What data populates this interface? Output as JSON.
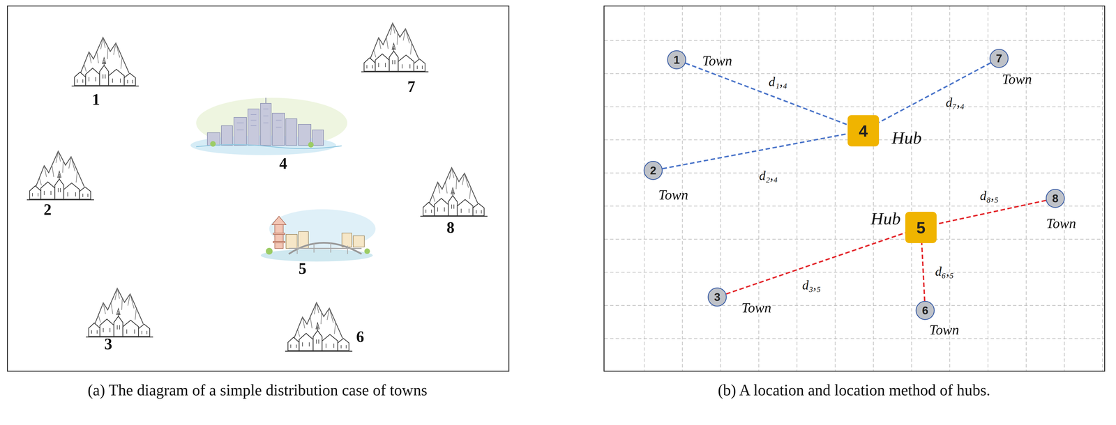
{
  "diagram": {
    "nodes": [
      {
        "text": [
          "1",
          "Town"
        ]
      },
      {
        "text": [
          "2",
          "Town"
        ]
      },
      {
        "text": [
          "3",
          "Town"
        ]
      },
      {
        "text": [
          "4",
          "Hub"
        ]
      },
      {
        "text": [
          "5",
          "Hub"
        ]
      },
      {
        "text": [
          "6",
          "Town"
        ]
      },
      {
        "text": [
          "7",
          "Town"
        ]
      },
      {
        "text": [
          "8",
          "Town"
        ]
      }
    ],
    "edges": [
      {
        "from": 0,
        "to": 3,
        "label": "d₁,₄",
        "arrow": "none"
      },
      {
        "from": 6,
        "to": 3,
        "label": "d₇,₄",
        "arrow": "none"
      },
      {
        "from": 1,
        "to": 3,
        "label": "d₂,₄",
        "arrow": "none"
      },
      {
        "from": 7,
        "to": 4,
        "label": "d₈,₅",
        "arrow": "none"
      },
      {
        "from": 2,
        "to": 4,
        "label": "d₃,₅",
        "arrow": "none"
      },
      {
        "from": 5,
        "to": 4,
        "label": "d₆,₅",
        "arrow": "none"
      }
    ],
    "labels": [
      "1",
      "7",
      "4",
      "2",
      "8",
      "5",
      "3",
      "6",
      "(a) The diagram of a simple distribution case of towns",
      "(b) A location and location method of hubs."
    ]
  }
}
